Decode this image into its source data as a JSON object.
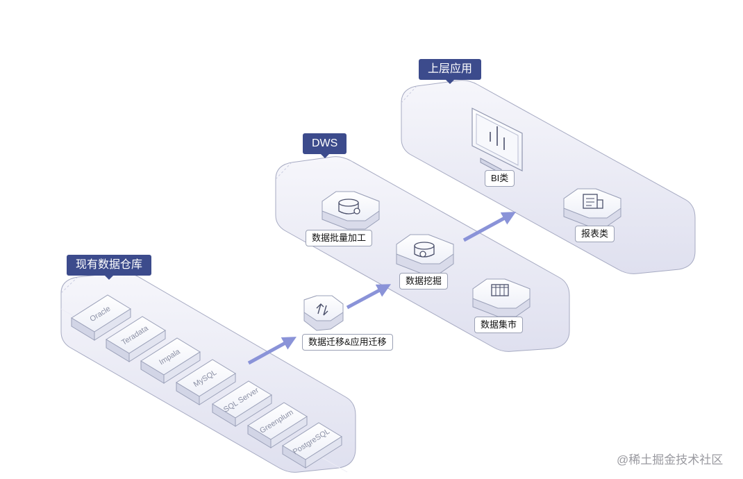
{
  "layers": {
    "existing_dw": {
      "title": "现有数据仓库",
      "databases": [
        "Oracle",
        "Teradata",
        "Impala",
        "MySQL",
        "SQL Server",
        "Greenplum",
        "PostgreSQL"
      ]
    },
    "migration": {
      "label": "数据迁移&应用迁移",
      "icon": "migration-icon"
    },
    "dws": {
      "title": "DWS",
      "functions": [
        {
          "label": "数据批量加工",
          "icon": "database-gear-icon"
        },
        {
          "label": "数据挖掘",
          "icon": "database-search-icon"
        },
        {
          "label": "数据集市",
          "icon": "storefront-icon"
        }
      ]
    },
    "upper_apps": {
      "title": "上层应用",
      "apps": [
        {
          "label": "BI类",
          "icon": "monitor-chart-icon"
        },
        {
          "label": "报表类",
          "icon": "report-icon"
        }
      ]
    }
  },
  "colors": {
    "tag_bg": "#3c4b8c",
    "arrow": "#8a93d8",
    "platform": "#e6e7f3"
  },
  "watermark": "@稀土掘金技术社区"
}
